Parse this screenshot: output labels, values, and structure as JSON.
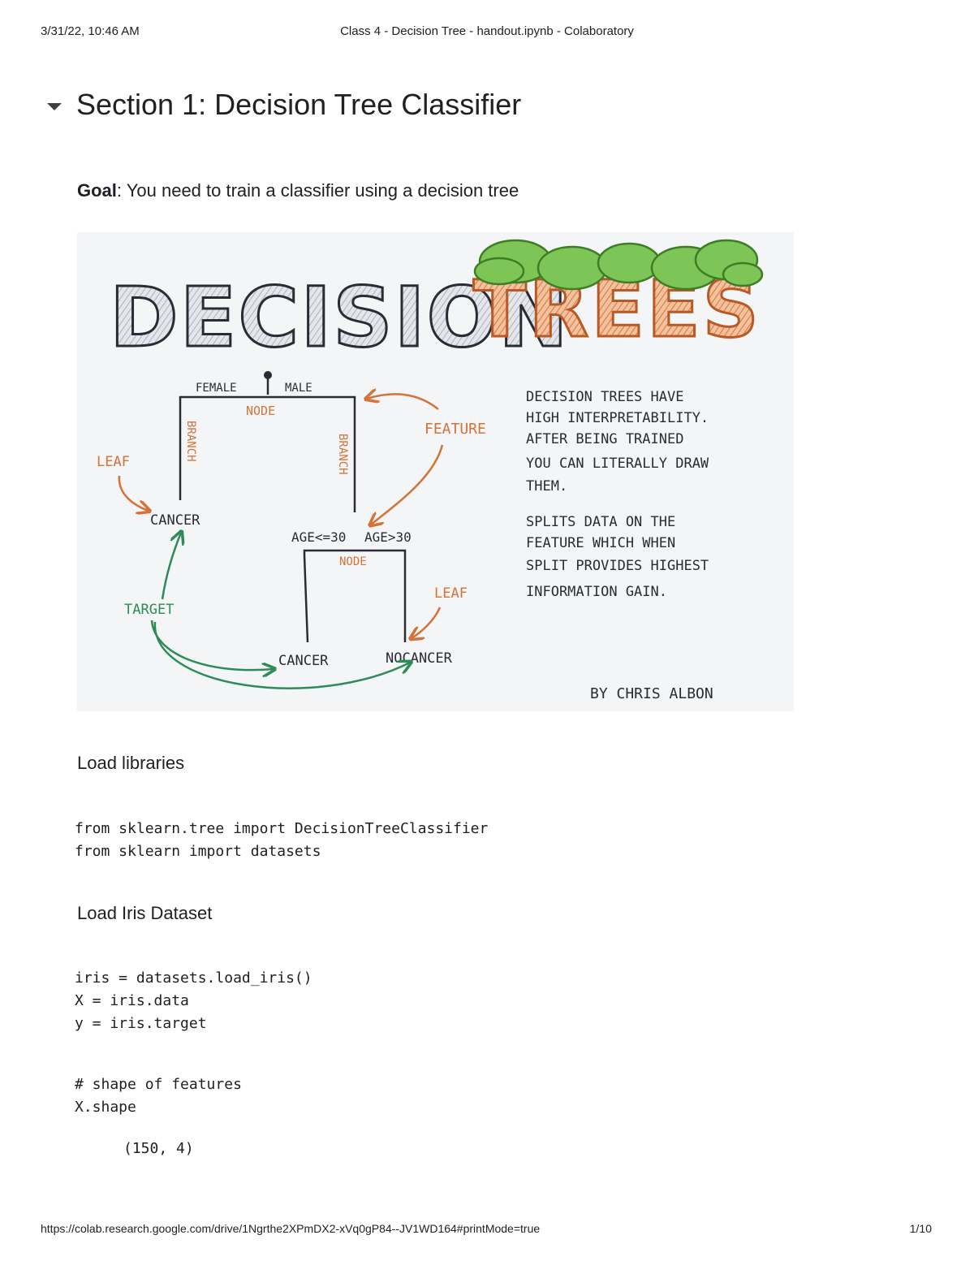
{
  "print_header": {
    "datetime": "3/31/22, 10:46 AM",
    "title": "Class 4 - Decision Tree - handout.ipynb - Colaboratory"
  },
  "section": {
    "title": "Section 1: Decision Tree Classifier",
    "collapse_icon": "caret-down-icon"
  },
  "goal": {
    "label": "Goal",
    "text": ": You need to train a classifier using a decision tree"
  },
  "figure": {
    "title_left": "DECISION",
    "title_right": "TREES",
    "labels": {
      "female": "FEMALE",
      "male": "MALE",
      "node_top": "NODE",
      "branch_left": "BRANCH",
      "branch_right": "BRANCH",
      "feature": "FEATURE",
      "leaf_left": "LEAF",
      "cancer_top": "CANCER",
      "age_le": "AGE<=30",
      "age_gt": "AGE>30",
      "node_mid": "NODE",
      "leaf_right": "LEAF",
      "target": "TARGET",
      "cancer_bottom": "CANCER",
      "nocancer": "NOCANCER"
    },
    "notes": [
      "DECISION TREES HAVE",
      "HIGH INTERPRETABILITY.",
      "AFTER BEING TRAINED",
      "YOU CAN LITERALLY DRAW",
      "THEM.",
      "SPLITS DATA ON THE",
      "FEATURE WHICH WHEN",
      "SPLIT PROVIDES HIGHEST",
      "INFORMATION GAIN."
    ],
    "credit": "BY CHRIS ALBON",
    "colors": {
      "tree_green": "#6fbf4a",
      "trunk_orange": "#d8743a",
      "label_orange": "#d2733a",
      "target_green": "#2e8b57",
      "ink": "#2b2b35"
    }
  },
  "cells": {
    "load_libraries_heading": "Load libraries",
    "code1": [
      "from sklearn.tree import DecisionTreeClassifier",
      "from sklearn import datasets"
    ],
    "load_iris_heading": "Load Iris Dataset",
    "code2": [
      "iris = datasets.load_iris()",
      "X = iris.data",
      "y = iris.target"
    ],
    "code3": [
      "# shape of features",
      "X.shape"
    ],
    "output3": "(150, 4)"
  },
  "print_footer": {
    "url": "https://colab.research.google.com/drive/1Ngrthe2XPmDX2-xVq0gP84--JV1WD164#printMode=true",
    "page": "1/10"
  }
}
